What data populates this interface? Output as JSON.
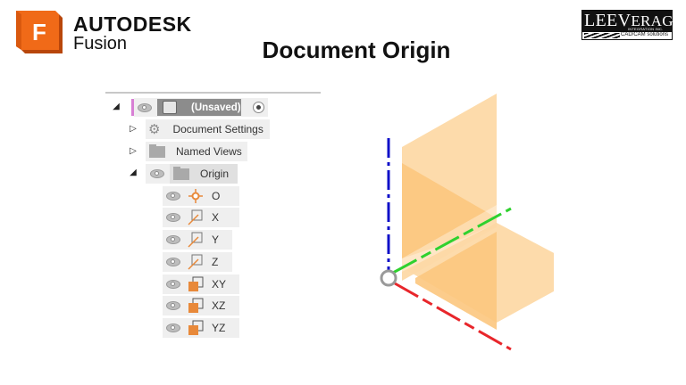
{
  "header": {
    "brand_name": "AUTODESK",
    "product_name": "Fusion",
    "page_title": "Document Origin",
    "partner_logo": {
      "name_prefix": "LEE",
      "name_highlight": "V",
      "name_suffix": "ERAGE",
      "subtitle": "INTEGRATION INC.",
      "tagline": "CAD/CAM solutions"
    }
  },
  "browser": {
    "root": {
      "label": "(Unsaved)",
      "expanded": true,
      "icon": "component-icon",
      "accent_color": "#d77fd4"
    },
    "nodes": [
      {
        "label": "Document Settings",
        "icon": "gear-icon",
        "expanded": false
      },
      {
        "label": "Named Views",
        "icon": "folder-icon",
        "expanded": false
      },
      {
        "label": "Origin",
        "icon": "folder-icon",
        "expanded": true,
        "children": [
          {
            "label": "O",
            "icon": "origin-point-icon"
          },
          {
            "label": "X",
            "icon": "axis-icon"
          },
          {
            "label": "Y",
            "icon": "axis-icon"
          },
          {
            "label": "Z",
            "icon": "axis-icon"
          },
          {
            "label": "XY",
            "icon": "plane-icon"
          },
          {
            "label": "XZ",
            "icon": "plane-icon"
          },
          {
            "label": "YZ",
            "icon": "plane-icon"
          }
        ]
      }
    ]
  },
  "viewport": {
    "axis_colors": {
      "x": "#e8262b",
      "y": "#2fd12f",
      "z": "#1010c8"
    },
    "plane_color": "#fdc981",
    "origin_marker_color": "#9a9a9a"
  },
  "colors": {
    "brand_orange": "#f06a18",
    "brand_orange_dark": "#b8460b"
  }
}
